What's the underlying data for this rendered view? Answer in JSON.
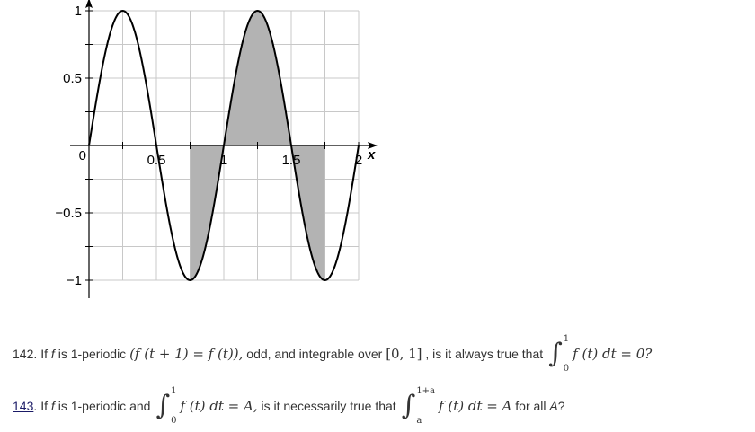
{
  "chart_data": {
    "type": "line",
    "function": "sin(2*pi*x)",
    "xlim": [
      0,
      2
    ],
    "ylim": [
      -1,
      1
    ],
    "x_tick_labels": [
      "0.5",
      "1",
      "1.5",
      "2"
    ],
    "y_tick_labels": [
      "1",
      "0.5",
      "−0.5",
      "−1"
    ],
    "origin_label": "0",
    "xlabel": "x",
    "grid": true,
    "shaded_regions": [
      {
        "from": 0.75,
        "to": 1.0
      },
      {
        "from": 1.0,
        "to": 1.5
      },
      {
        "from": 1.5,
        "to": 1.75
      }
    ],
    "colors": {
      "curve": "#000000",
      "shade": "#b3b3b3",
      "grid": "#c8c8c8"
    }
  },
  "problems": [
    {
      "number": "142.",
      "text1": "If",
      "f": "f",
      "text2": "is 1-periodic",
      "math1": "(f (t + 1) = f (t)),",
      "text3": "odd, and integrable over",
      "math2": "[0, 1]",
      "text4": ", is it always true that",
      "int_upper": "1",
      "int_lower": "0",
      "integrand": "f (t) dt = 0?"
    },
    {
      "number": "143",
      "dot": ".",
      "text1": "If",
      "f": "f",
      "text2": "is 1-periodic and",
      "int1_upper": "1",
      "int1_lower": "0",
      "integrand1": "f (t) dt = A,",
      "text3": "is it necessarily true that",
      "int2_upper": "1+a",
      "int2_lower": "a",
      "integrand2": "f (t) dt = A",
      "text4": "for all",
      "A": "A",
      "text5": "?"
    }
  ]
}
